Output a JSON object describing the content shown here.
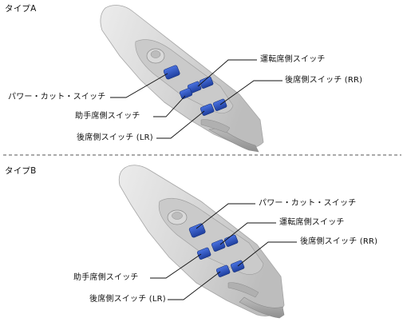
{
  "sections": [
    {
      "title": "タイプA",
      "labels": {
        "power_cut_switch": "パワー・カット・スイッチ",
        "driver_switch": "運転席側スイッチ",
        "passenger_switch": "助手席側スイッチ",
        "rear_right_switch": "後席側スイッチ (RR)",
        "rear_left_switch": "後席側スイッチ (LR)"
      }
    },
    {
      "title": "タイプB",
      "labels": {
        "power_cut_switch": "パワー・カット・スイッチ",
        "driver_switch": "運転席側スイッチ",
        "passenger_switch": "助手席側スイッチ",
        "rear_right_switch": "後席側スイッチ (RR)",
        "rear_left_switch": "後席側スイッチ (LR)"
      }
    }
  ],
  "colors": {
    "switch_blue": "#2f56c8",
    "panel_gray": "#d4d4d4",
    "divider": "#555555"
  }
}
